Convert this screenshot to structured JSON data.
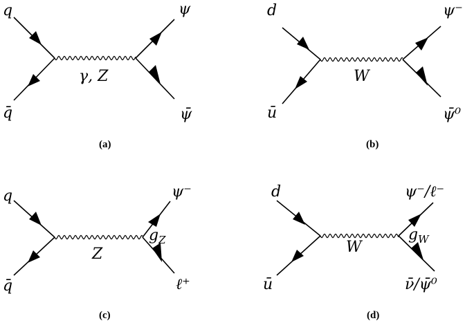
{
  "diagrams": [
    {
      "caption": "(a)",
      "labels": {
        "in_top": "q",
        "in_bottom": "q̄",
        "out_top": "ψ",
        "out_bottom": "ψ̄",
        "boson": "γ, Z",
        "coupling": ""
      }
    },
    {
      "caption": "(b)",
      "labels": {
        "in_top": "d",
        "in_bottom": "ū",
        "out_top": "ψ⁻",
        "out_bottom": "ψ̄⁰",
        "boson": "W",
        "coupling": ""
      }
    },
    {
      "caption": "(c)",
      "labels": {
        "in_top": "q",
        "in_bottom": "q̄",
        "out_top": "ψ⁻",
        "out_bottom": "ℓ⁺",
        "boson": "Z",
        "coupling": "g_Z"
      }
    },
    {
      "caption": "(d)",
      "labels": {
        "in_top": "d",
        "in_bottom": "ū",
        "out_top": "ψ⁻/ℓ⁻",
        "out_bottom": "ν̄/ψ̄⁰",
        "boson": "W",
        "coupling": "g_W"
      }
    }
  ]
}
